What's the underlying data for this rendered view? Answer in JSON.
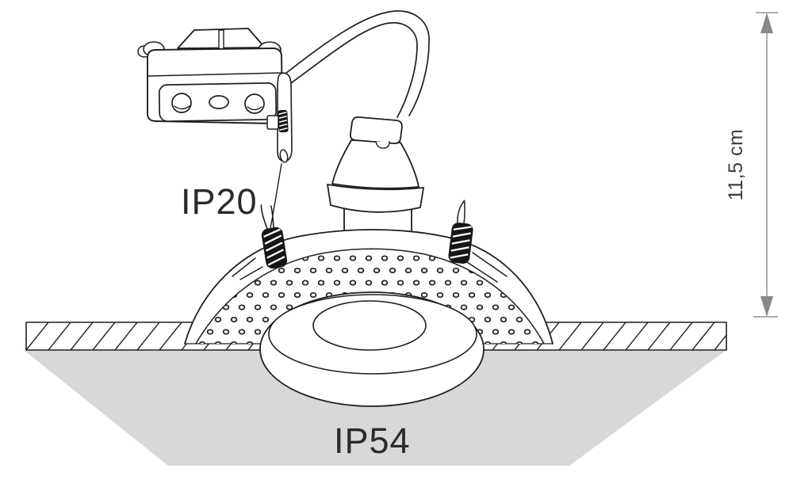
{
  "labels": {
    "ip20": "IP20",
    "ip54": "IP54",
    "height_dimension": "11,5 cm"
  },
  "colors": {
    "line": "#1f1f1f",
    "ceiling_underside_fill": "#d8d8d8",
    "dimension_line": "#8f9396",
    "dimension_arrow": "#85898c",
    "dimension_text": "#3d3d3d",
    "label_text": "#2b2b2b",
    "background": "#ffffff"
  },
  "parts": {
    "junction_box": "junction-box",
    "power_cable": "power-cable",
    "lamp_holder": "gu10-lamp-holder",
    "plaster_trim": "plaster-recessed-trim-dome",
    "mounting_springs": "mounting-springs",
    "ceiling_section": "ceiling-cross-section",
    "trim_ring": "trim-ring-bezel"
  }
}
